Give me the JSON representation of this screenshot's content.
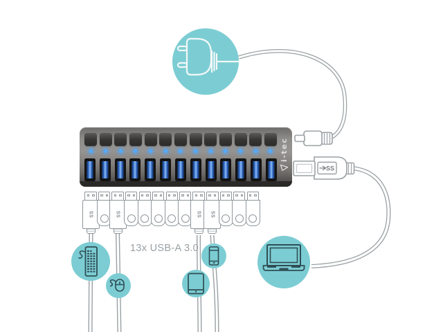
{
  "illustration": {
    "brand_logo": "i-tec",
    "ports_label": "13x USB-A 3.0",
    "port_count": 13,
    "usb3_marking": "SS",
    "connectors": [
      "usb-cable-plug",
      "usb-flash-drive",
      "usb-cable-plug",
      "usb-flash-drive",
      "usb-flash-drive",
      "usb-flash-drive",
      "usb-flash-drive",
      "usb-flash-drive",
      "usb-cable-plug",
      "usb-cable-plug",
      "usb-flash-drive",
      "usb-flash-drive",
      "usb-flash-drive"
    ],
    "devices": [
      "power-plug",
      "keyboard",
      "mouse",
      "tablet",
      "smartphone",
      "laptop"
    ]
  },
  "colors": {
    "accent_teal": "#7ccdd3",
    "icon_dark": "#2f4d54",
    "outline_gray": "#8f969b",
    "label_gray": "#9aa0a4",
    "led_blue": "#55aaf8",
    "port_blue": "#2e68c8",
    "hub_dark": "#2a2928"
  }
}
